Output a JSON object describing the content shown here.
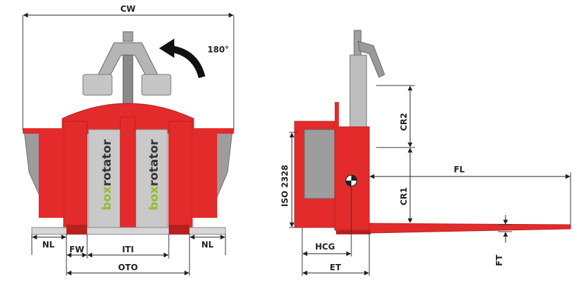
{
  "dimensions": {
    "cw": "CW",
    "rotation": "180°",
    "nl_left": "NL",
    "nl_right": "NL",
    "fw": "FW",
    "iti": "ITI",
    "oto": "OTO",
    "cr2": "CR2",
    "cr1": "CR1",
    "fl": "FL",
    "iso": "ISO 2328",
    "hcg": "HCG",
    "et": "ET",
    "ft": "FT"
  },
  "branding": {
    "brand_left_a": "box",
    "brand_left_b": "rotator",
    "brand_right_a": "box",
    "brand_right_b": "rotator"
  },
  "colors": {
    "frame_red": "#e32b2b",
    "dark_red": "#b81f1f",
    "steel_gray": "#8f8f8f",
    "silver": "#c9c9c9",
    "brand_green": "#8fbf2a",
    "brand_dark": "#333333"
  }
}
